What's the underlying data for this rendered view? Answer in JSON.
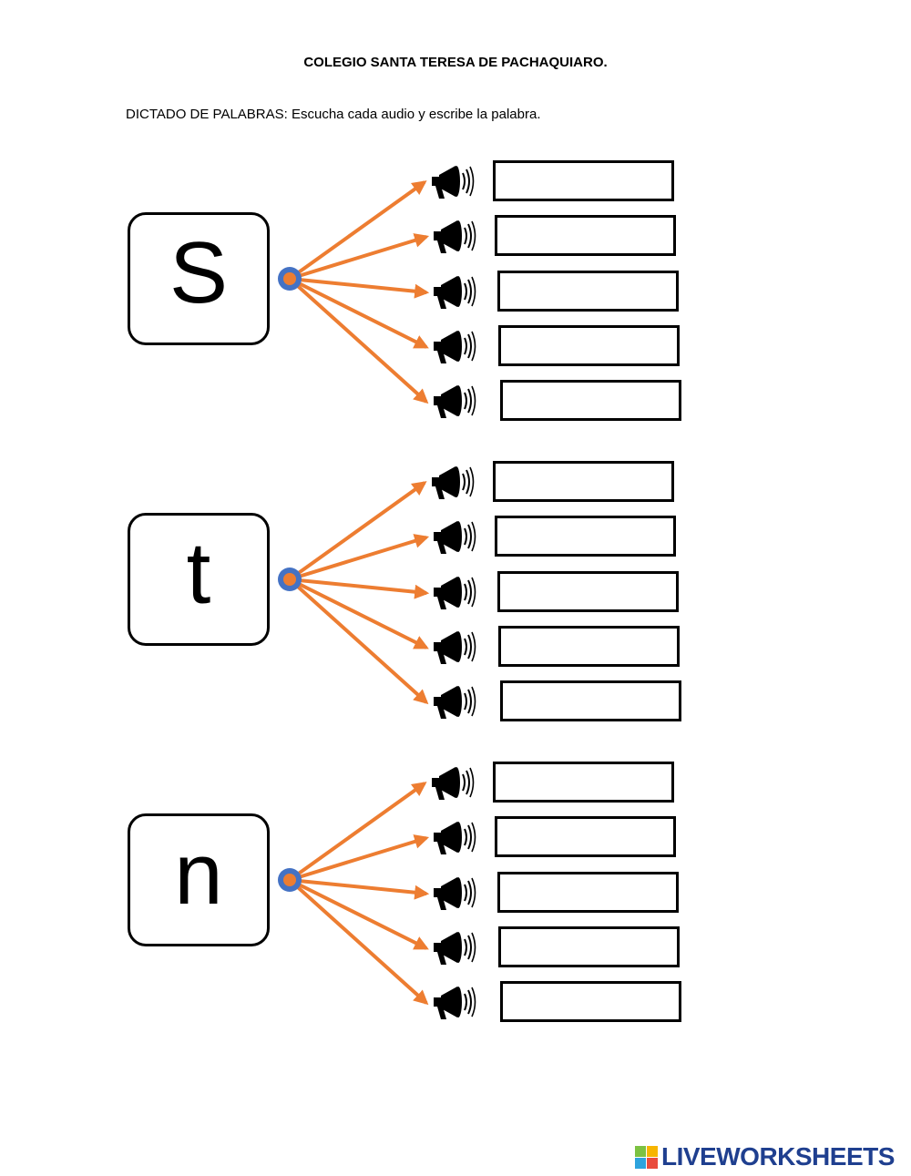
{
  "header": {
    "school": "COLEGIO SANTA TERESA DE PACHAQUIARO.",
    "instructions": "DICTADO DE PALABRAS: Escucha cada audio y escribe la palabra."
  },
  "groups": [
    {
      "letter": "S",
      "answers": [
        "",
        "",
        "",
        "",
        ""
      ]
    },
    {
      "letter": "t",
      "answers": [
        "",
        "",
        "",
        "",
        ""
      ]
    },
    {
      "letter": "n",
      "answers": [
        "",
        "",
        "",
        "",
        ""
      ]
    }
  ],
  "colors": {
    "arrow": "#ed7d31",
    "dot_fill": "#ed7d31",
    "dot_ring": "#4472c4",
    "brand": "#1f3f8f"
  },
  "icons": {
    "speaker": "megaphone-icon"
  },
  "brand": {
    "name": "LIVEWORKSHEETS",
    "blocks": [
      "#7cc242",
      "#f7b500",
      "#2ea3dd",
      "#e94b3c"
    ]
  }
}
